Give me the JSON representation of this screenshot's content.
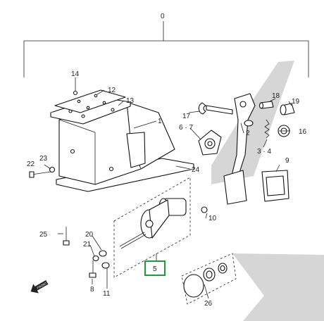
{
  "diagram": {
    "callouts": {
      "c0": "0",
      "c1": "1",
      "c2": "2",
      "c3_4": "3 · 4",
      "c5": "5",
      "c6_7": "6 · 7",
      "c8": "8",
      "c9": "9",
      "c10": "10",
      "c11": "11",
      "c12": "12",
      "c13": "13",
      "c14": "14",
      "c16": "16",
      "c17": "17",
      "c18": "18",
      "c19": "19",
      "c20": "20",
      "c21": "21",
      "c22": "22",
      "c23": "23",
      "c24": "24",
      "c25": "25",
      "c26": "26"
    },
    "highlight_color": "#1e9a3c",
    "direction_icon": "front-arrow-icon",
    "direction_text": "FRONT"
  }
}
